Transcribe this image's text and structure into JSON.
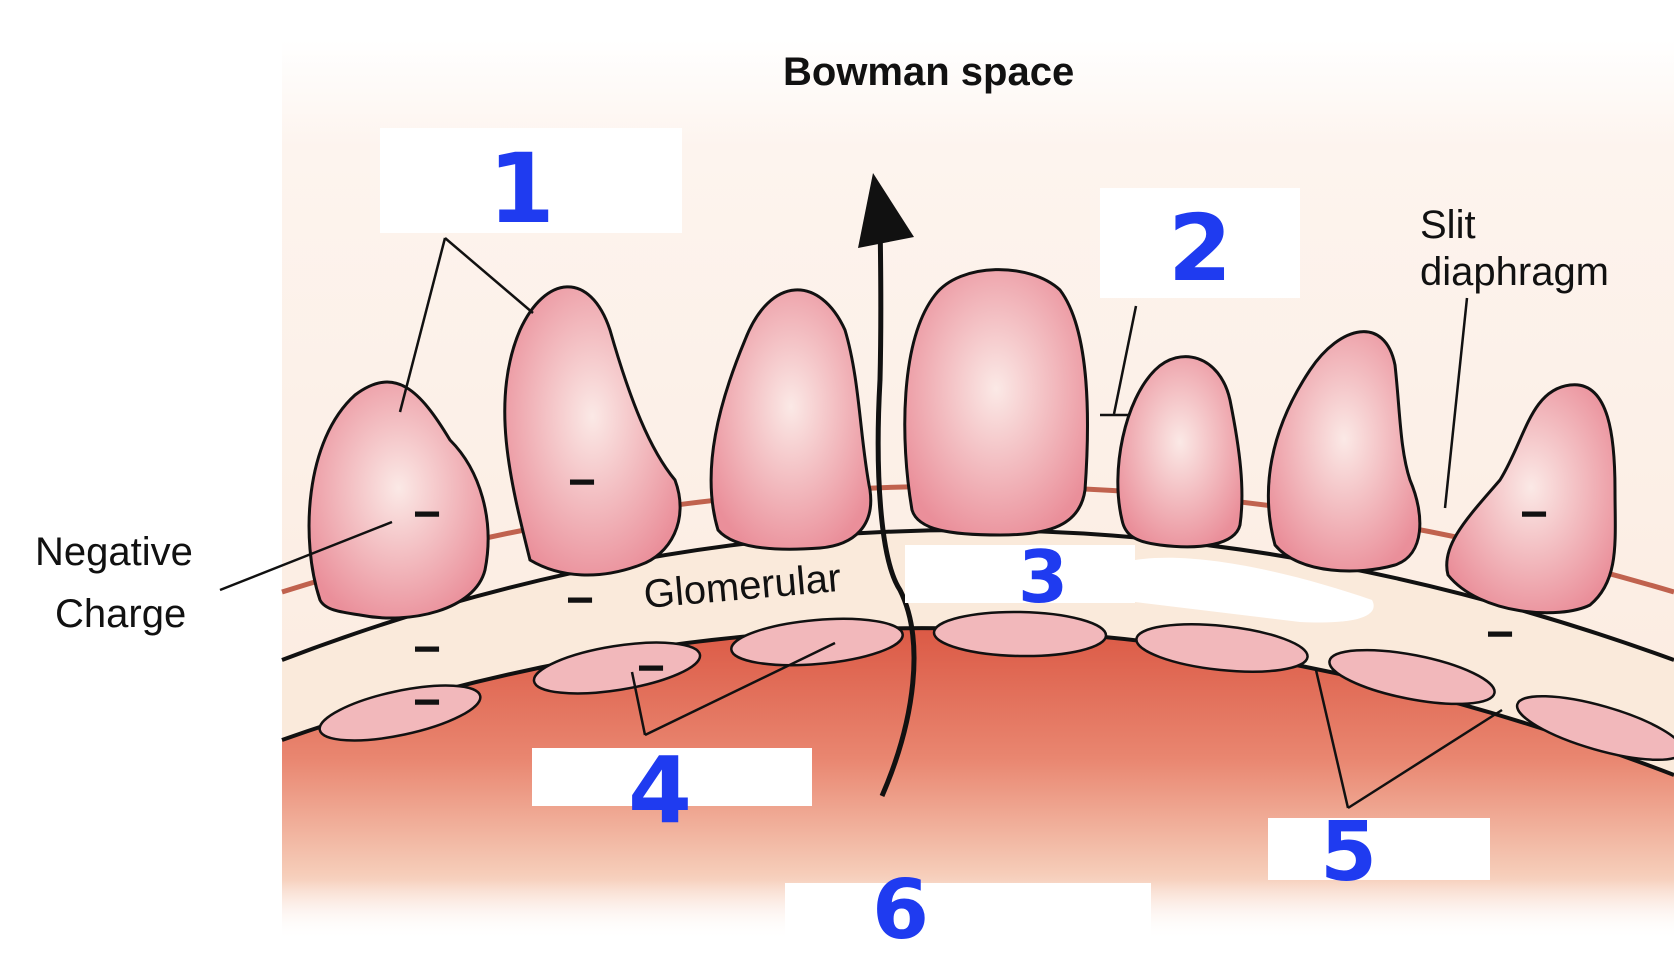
{
  "labels": {
    "bowman_space": "Bowman space",
    "slit_line1": "Slit",
    "slit_line2": "diaphragm",
    "negative_line1": "Negative",
    "negative_line2": "Charge",
    "glomerular": "Glomerular",
    "minus": "−"
  },
  "blanks": [
    {
      "number": "1"
    },
    {
      "number": "2"
    },
    {
      "number": "3"
    },
    {
      "number": "4"
    },
    {
      "number": "5"
    },
    {
      "number": "6"
    }
  ],
  "colors": {
    "background_top": "#fdf1ea",
    "foot_process": "#ef9fa8",
    "foot_process_light": "#fbe5e3",
    "basement_membrane": "#faeadb",
    "capillary_top": "#e06a55",
    "endothelium": "#f2b8bb",
    "slit_line": "#c0624e",
    "number_ink": "#1f3bf0"
  }
}
